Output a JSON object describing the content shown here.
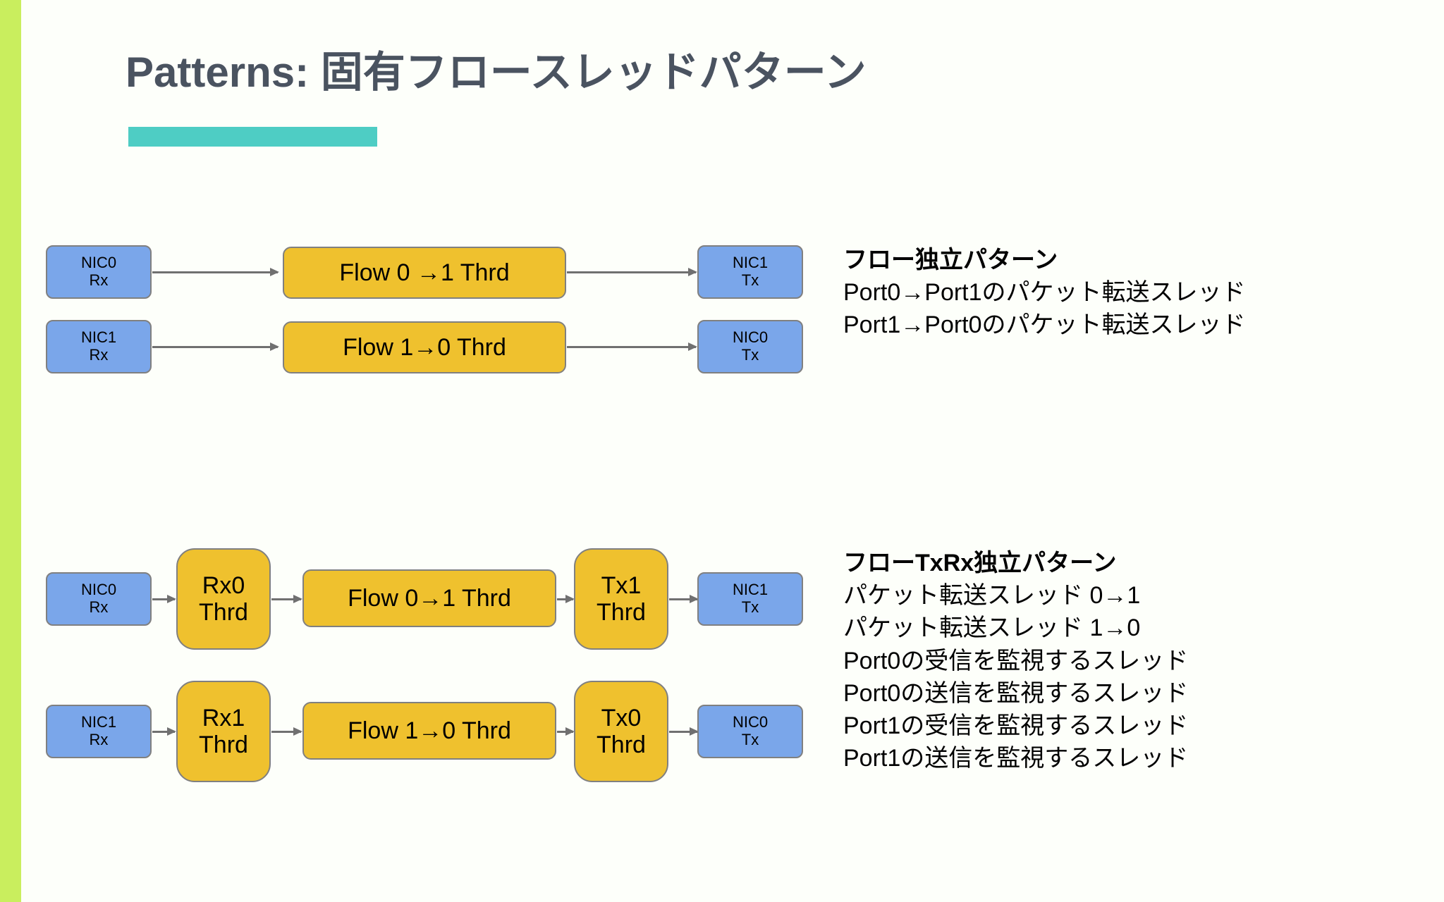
{
  "slide": {
    "title": "Patterns: 固有フロースレッドパターン",
    "accent_bar_color": "#c9ee5e",
    "rule_color": "#4ecdc4",
    "title_color": "#4a5360",
    "background_color": "#fdfffa",
    "node_blue_color": "#7aa6ea",
    "node_yellow_color": "#efc12e",
    "node_border_color": "#808080",
    "connector_color": "#707070"
  },
  "diagram1": {
    "rows": [
      {
        "nic_in": {
          "l1": "NIC0",
          "l2": "Rx"
        },
        "thread": "Flow 0 →1 Thrd",
        "nic_out": {
          "l1": "NIC1",
          "l2": "Tx"
        }
      },
      {
        "nic_in": {
          "l1": "NIC1",
          "l2": "Rx"
        },
        "thread": "Flow 1→0 Thrd",
        "nic_out": {
          "l1": "NIC0",
          "l2": "Tx"
        }
      }
    ]
  },
  "diagram2": {
    "rows": [
      {
        "nic_in": {
          "l1": "NIC0",
          "l2": "Rx"
        },
        "rx_thread": {
          "l1": "Rx0",
          "l2": "Thrd"
        },
        "flow_thread": "Flow 0→1 Thrd",
        "tx_thread": {
          "l1": "Tx1",
          "l2": "Thrd"
        },
        "nic_out": {
          "l1": "NIC1",
          "l2": "Tx"
        }
      },
      {
        "nic_in": {
          "l1": "NIC1",
          "l2": "Rx"
        },
        "rx_thread": {
          "l1": "Rx1",
          "l2": "Thrd"
        },
        "flow_thread": "Flow 1→0 Thrd",
        "tx_thread": {
          "l1": "Tx0",
          "l2": "Thrd"
        },
        "nic_out": {
          "l1": "NIC0",
          "l2": "Tx"
        }
      }
    ]
  },
  "annotation1": {
    "heading": "フロー独立パターン",
    "lines": [
      "Port0→Port1のパケット転送スレッド",
      "Port1→Port0のパケット転送スレッド"
    ]
  },
  "annotation2": {
    "heading": "フローTxRx独立パターン",
    "lines": [
      "パケット転送スレッド 0→1",
      "パケット転送スレッド 1→0",
      "Port0の受信を監視するスレッド",
      "Port0の送信を監視するスレッド",
      "Port1の受信を監視するスレッド",
      "Port1の送信を監視するスレッド"
    ]
  }
}
